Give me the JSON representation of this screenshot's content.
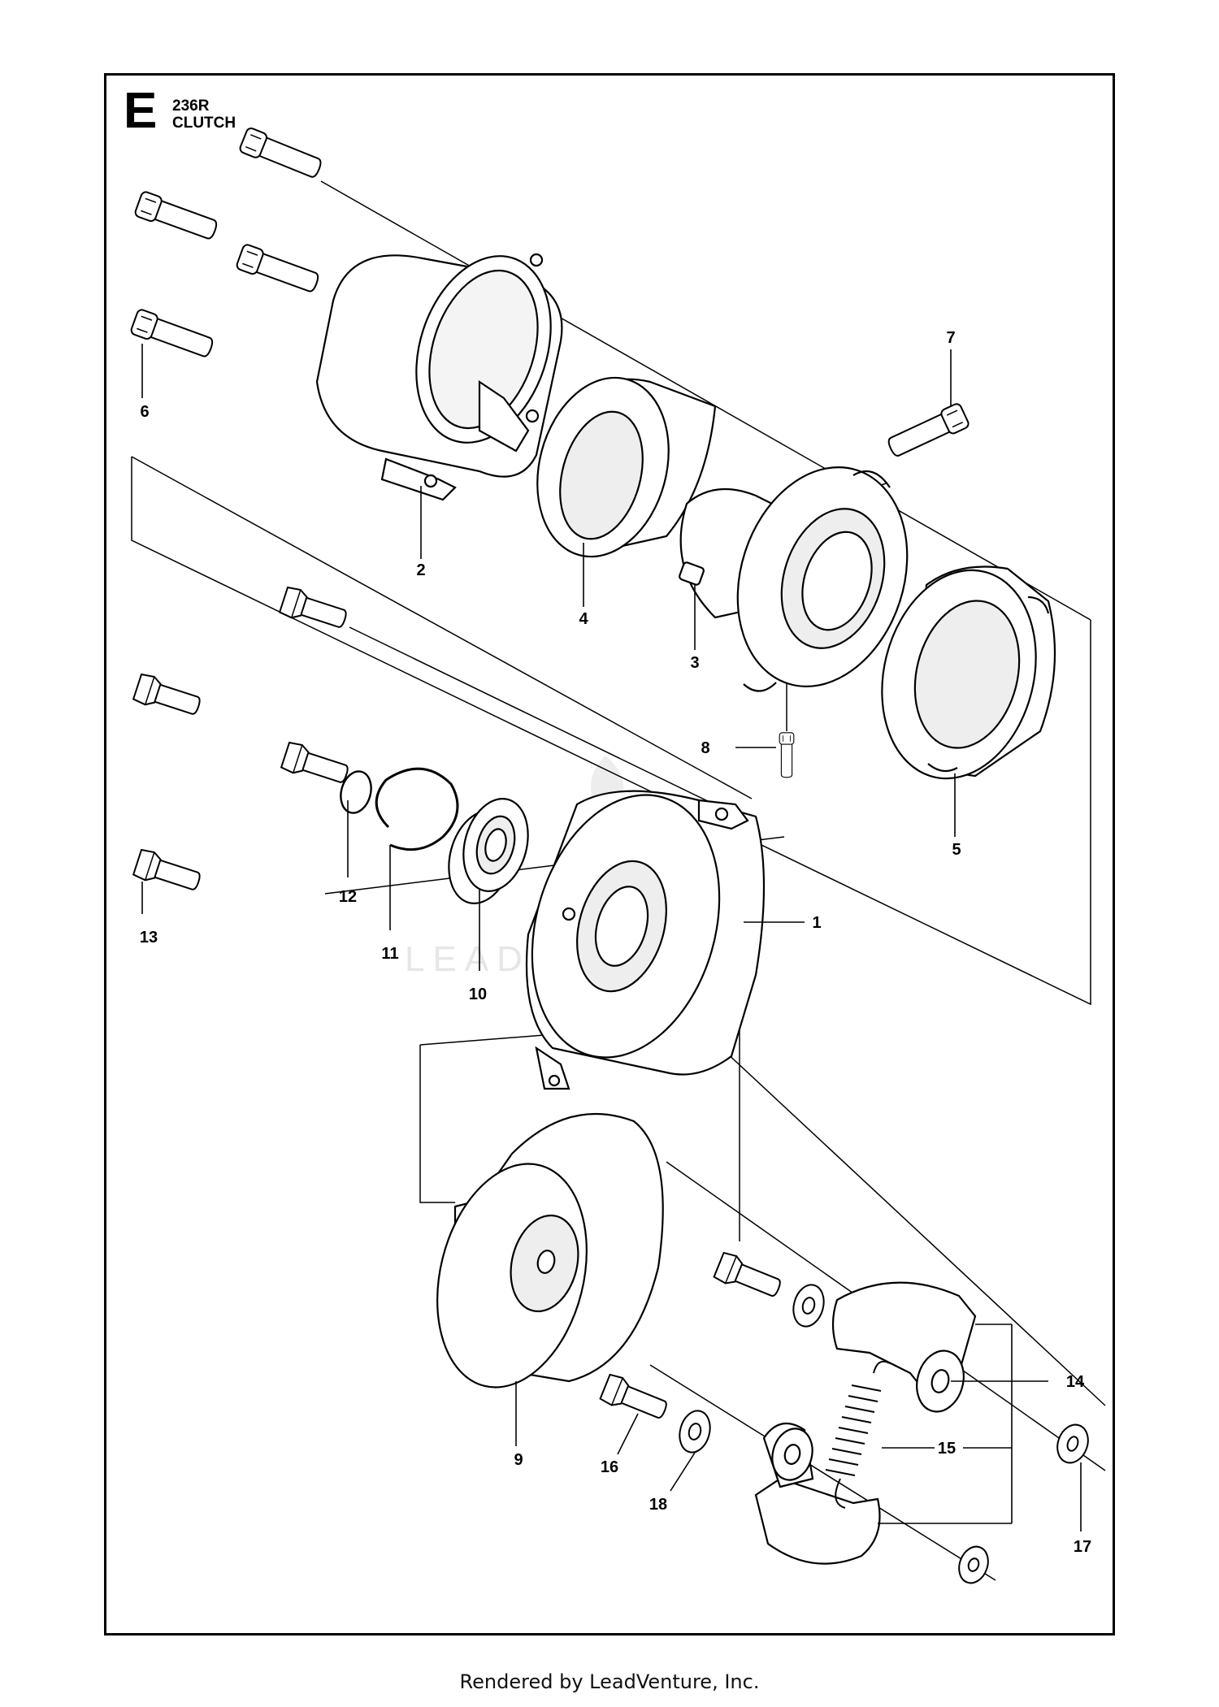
{
  "header": {
    "section": "E",
    "model": "236R",
    "title": "CLUTCH"
  },
  "watermark": "LEADVENTURE",
  "footer": "Rendered by LeadVenture, Inc.",
  "callouts": [
    "1",
    "2",
    "3",
    "4",
    "5",
    "6",
    "7",
    "8",
    "9",
    "10",
    "11",
    "12",
    "13",
    "14",
    "15",
    "16",
    "17",
    "18"
  ],
  "colors": {
    "line": "#000000",
    "fill": "#ffffff",
    "shade": "#e8e8e8",
    "watermark": "#e6e6e6"
  }
}
